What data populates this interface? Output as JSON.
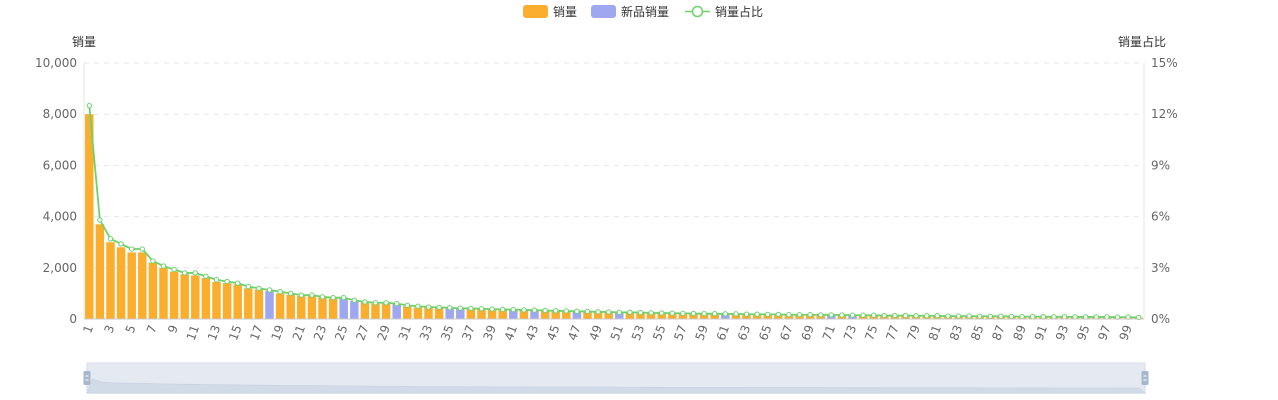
{
  "legend": [
    {
      "name": "销量",
      "color": "#FBAE2E",
      "type": "bar"
    },
    {
      "name": "新品销量",
      "color": "#9FA7F0",
      "type": "bar"
    },
    {
      "name": "销量占比",
      "color": "#6DD16C",
      "type": "line"
    }
  ],
  "colors": {
    "bar": "#FBAE2E",
    "bar_new": "#9FA7F0",
    "line": "#6DD16C",
    "grid": "#E0E6F1",
    "axis": "#C8C8C8",
    "slider_bg": "#D9E0EB"
  },
  "chart_data": {
    "type": "bar",
    "categories": [
      1,
      2,
      3,
      4,
      5,
      6,
      7,
      8,
      9,
      10,
      11,
      12,
      13,
      14,
      15,
      16,
      17,
      18,
      19,
      20,
      21,
      22,
      23,
      24,
      25,
      26,
      27,
      28,
      29,
      30,
      31,
      32,
      33,
      34,
      35,
      36,
      37,
      38,
      39,
      40,
      41,
      42,
      43,
      44,
      45,
      46,
      47,
      48,
      49,
      50,
      51,
      52,
      53,
      54,
      55,
      56,
      57,
      58,
      59,
      60,
      61,
      62,
      63,
      64,
      65,
      66,
      67,
      68,
      69,
      70,
      71,
      72,
      73,
      74,
      75,
      76,
      77,
      78,
      79,
      80,
      81,
      82,
      83,
      84,
      85,
      86,
      87,
      88,
      89,
      90,
      91,
      92,
      93,
      94,
      95,
      96,
      97,
      98,
      99,
      100
    ],
    "x_tick_labels": [
      "1",
      "3",
      "5",
      "7",
      "9",
      "11",
      "13",
      "15",
      "17",
      "19",
      "21",
      "23",
      "25",
      "27",
      "29",
      "31",
      "33",
      "35",
      "37",
      "39",
      "41",
      "43",
      "45",
      "47",
      "49",
      "51",
      "53",
      "55",
      "57",
      "59",
      "61",
      "63",
      "65",
      "67",
      "69",
      "71",
      "73",
      "75",
      "77",
      "79",
      "81",
      "83",
      "85",
      "87",
      "89",
      "91",
      "93",
      "95",
      "97",
      "99"
    ],
    "series": [
      {
        "name": "销量",
        "axis": "left",
        "type": "bar",
        "values": [
          8000,
          3700,
          3000,
          2800,
          2600,
          2600,
          2200,
          2000,
          1850,
          1750,
          1700,
          1600,
          1450,
          1400,
          1350,
          1200,
          1150,
          1100,
          1000,
          950,
          900,
          900,
          850,
          800,
          800,
          700,
          650,
          600,
          600,
          600,
          500,
          450,
          450,
          430,
          420,
          400,
          400,
          380,
          370,
          360,
          350,
          340,
          330,
          320,
          310,
          300,
          290,
          280,
          270,
          260,
          250,
          250,
          240,
          230,
          220,
          220,
          210,
          200,
          200,
          200,
          190,
          190,
          180,
          180,
          170,
          170,
          160,
          160,
          160,
          150,
          150,
          150,
          140,
          140,
          140,
          130,
          130,
          130,
          120,
          120,
          120,
          110,
          110,
          110,
          100,
          100,
          100,
          95,
          90,
          90,
          90,
          85,
          85,
          80,
          80,
          75,
          75,
          70,
          70,
          60
        ]
      },
      {
        "name": "新品销量",
        "axis": "left",
        "type": "bar",
        "new_product_ranks": [
          18,
          25,
          26,
          30,
          35,
          36,
          41,
          43,
          47,
          51,
          61,
          71,
          73
        ]
      },
      {
        "name": "销量占比",
        "axis": "right",
        "type": "line",
        "unit": "%",
        "values": [
          12.5,
          5.8,
          4.7,
          4.4,
          4.1,
          4.1,
          3.4,
          3.1,
          2.9,
          2.7,
          2.7,
          2.5,
          2.3,
          2.2,
          2.1,
          1.9,
          1.8,
          1.7,
          1.6,
          1.5,
          1.4,
          1.4,
          1.3,
          1.25,
          1.25,
          1.1,
          1.0,
          0.95,
          0.95,
          0.9,
          0.8,
          0.75,
          0.7,
          0.68,
          0.66,
          0.63,
          0.62,
          0.6,
          0.58,
          0.56,
          0.55,
          0.53,
          0.52,
          0.5,
          0.48,
          0.47,
          0.45,
          0.44,
          0.42,
          0.41,
          0.39,
          0.39,
          0.38,
          0.36,
          0.35,
          0.34,
          0.33,
          0.32,
          0.31,
          0.31,
          0.3,
          0.3,
          0.28,
          0.28,
          0.27,
          0.27,
          0.25,
          0.25,
          0.25,
          0.24,
          0.24,
          0.23,
          0.22,
          0.22,
          0.22,
          0.2,
          0.2,
          0.2,
          0.19,
          0.19,
          0.19,
          0.17,
          0.17,
          0.17,
          0.16,
          0.16,
          0.16,
          0.15,
          0.14,
          0.14,
          0.14,
          0.13,
          0.13,
          0.12,
          0.12,
          0.12,
          0.12,
          0.11,
          0.11,
          0.09
        ]
      }
    ],
    "y_left": {
      "title": "销量",
      "ylim": [
        0,
        10000
      ],
      "ticks": [
        "0",
        "2,000",
        "4,000",
        "6,000",
        "8,000",
        "10,000"
      ]
    },
    "y_right": {
      "title": "销量占比",
      "ylim": [
        0,
        15
      ],
      "ticks": [
        "0%",
        "3%",
        "6%",
        "9%",
        "12%",
        "15%"
      ]
    },
    "grid": true,
    "legend_position": "top-center",
    "data_zoom": {
      "start_percent": 0,
      "end_percent": 100
    }
  }
}
